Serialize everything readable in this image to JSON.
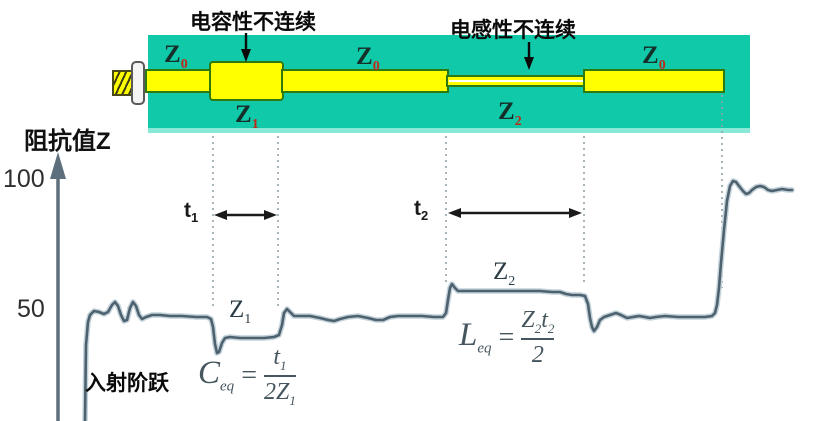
{
  "top": {
    "capacitive_label": "电容性不连续",
    "inductive_label": "电感性不连续",
    "z0": {
      "base": "Z",
      "sub": "0"
    },
    "z1": {
      "base": "Z",
      "sub": "1"
    },
    "z2": {
      "base": "Z",
      "sub": "2"
    }
  },
  "axis": {
    "title": "阻抗值Z",
    "ticks": [
      "100",
      "50"
    ]
  },
  "plot": {
    "incident_step_label": "入射阶跃",
    "t1": {
      "base": "t",
      "sub": "1"
    },
    "t2": {
      "base": "t",
      "sub": "2"
    },
    "z1": {
      "base": "Z",
      "sub": "1"
    },
    "z2": {
      "base": "Z",
      "sub": "2"
    },
    "ceq": {
      "lhs": "C",
      "lhs_sub": "eq",
      "eq": "=",
      "num": "t",
      "num_sub": "1",
      "den": "2Z",
      "den_sub": "1"
    },
    "leq": {
      "lhs": "L",
      "lhs_sub": "eq",
      "eq": "=",
      "num1": "Z",
      "num1_sub": "2",
      "num2": "t",
      "num2_sub": "2",
      "den": "2"
    }
  },
  "colors": {
    "teal_block": "#10c9a9",
    "line_yellow": "#ffff00",
    "line_border": "#2f7a10",
    "trace": "#4d626e",
    "subscript_red": "#c02818"
  },
  "waveform": {
    "points": [
      [
        85,
        421
      ],
      [
        86,
        345
      ],
      [
        88,
        322
      ],
      [
        90,
        315
      ],
      [
        94,
        311
      ],
      [
        99,
        312
      ],
      [
        104,
        314
      ],
      [
        108,
        312
      ],
      [
        112,
        305
      ],
      [
        115,
        302
      ],
      [
        118,
        306
      ],
      [
        121,
        315
      ],
      [
        124,
        321
      ],
      [
        127,
        320
      ],
      [
        130,
        308
      ],
      [
        133,
        302
      ],
      [
        136,
        306
      ],
      [
        139,
        315
      ],
      [
        142,
        319
      ],
      [
        146,
        317
      ],
      [
        152,
        315
      ],
      [
        160,
        315
      ],
      [
        170,
        316
      ],
      [
        182,
        316
      ],
      [
        196,
        317
      ],
      [
        207,
        317
      ],
      [
        211,
        319
      ],
      [
        213,
        327
      ],
      [
        215,
        344
      ],
      [
        217,
        353
      ],
      [
        219,
        352
      ],
      [
        222,
        343
      ],
      [
        225,
        338
      ],
      [
        230,
        337
      ],
      [
        240,
        338
      ],
      [
        252,
        338
      ],
      [
        264,
        338
      ],
      [
        274,
        337
      ],
      [
        279,
        335
      ],
      [
        282,
        325
      ],
      [
        284,
        313
      ],
      [
        287,
        309
      ],
      [
        290,
        312
      ],
      [
        294,
        316
      ],
      [
        300,
        316
      ],
      [
        310,
        316
      ],
      [
        320,
        318
      ],
      [
        328,
        320
      ],
      [
        334,
        321
      ],
      [
        340,
        319
      ],
      [
        348,
        317
      ],
      [
        358,
        316
      ],
      [
        368,
        318
      ],
      [
        376,
        320
      ],
      [
        383,
        320
      ],
      [
        390,
        317
      ],
      [
        398,
        316
      ],
      [
        410,
        316
      ],
      [
        422,
        316
      ],
      [
        434,
        317
      ],
      [
        443,
        317
      ],
      [
        446,
        313
      ],
      [
        448,
        300
      ],
      [
        450,
        288
      ],
      [
        452,
        284
      ],
      [
        455,
        288
      ],
      [
        458,
        291
      ],
      [
        465,
        291
      ],
      [
        480,
        291
      ],
      [
        495,
        291
      ],
      [
        510,
        291
      ],
      [
        525,
        291
      ],
      [
        540,
        291
      ],
      [
        552,
        292
      ],
      [
        560,
        292
      ],
      [
        566,
        294
      ],
      [
        572,
        295
      ],
      [
        580,
        295
      ],
      [
        585,
        296
      ],
      [
        588,
        304
      ],
      [
        590,
        318
      ],
      [
        592,
        327
      ],
      [
        594,
        331
      ],
      [
        597,
        327
      ],
      [
        600,
        320
      ],
      [
        604,
        317
      ],
      [
        610,
        315
      ],
      [
        616,
        313
      ],
      [
        621,
        315
      ],
      [
        627,
        318
      ],
      [
        633,
        317
      ],
      [
        639,
        316
      ],
      [
        645,
        317
      ],
      [
        650,
        318
      ],
      [
        656,
        317
      ],
      [
        665,
        316
      ],
      [
        678,
        317
      ],
      [
        692,
        317
      ],
      [
        705,
        317
      ],
      [
        712,
        316
      ],
      [
        715,
        313
      ],
      [
        717,
        305
      ],
      [
        719,
        288
      ],
      [
        721,
        263
      ],
      [
        724,
        230
      ],
      [
        727,
        201
      ],
      [
        730,
        186
      ],
      [
        733,
        181
      ],
      [
        736,
        182
      ],
      [
        739,
        186
      ],
      [
        743,
        191
      ],
      [
        746,
        194
      ],
      [
        749,
        193
      ],
      [
        752,
        190
      ],
      [
        756,
        187
      ],
      [
        760,
        186
      ],
      [
        764,
        187
      ],
      [
        768,
        190
      ],
      [
        772,
        191
      ],
      [
        777,
        190
      ],
      [
        782,
        189
      ],
      [
        788,
        190
      ],
      [
        792,
        190
      ]
    ]
  }
}
